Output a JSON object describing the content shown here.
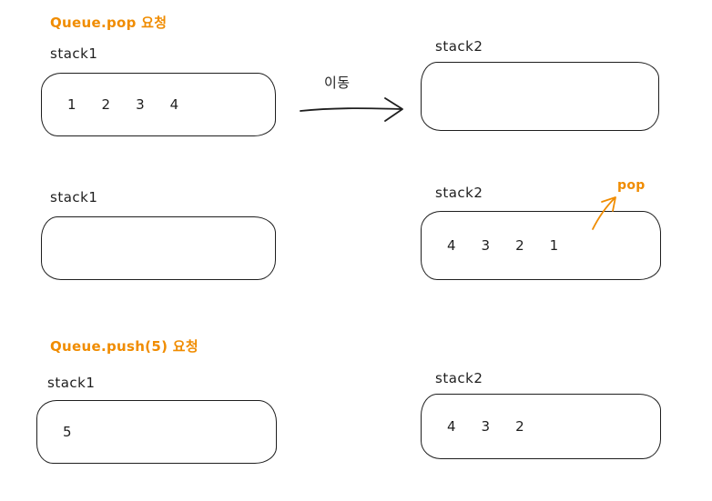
{
  "colors": {
    "accent": "#f08c00",
    "stroke": "#1e1e1e",
    "background": "#ffffff"
  },
  "titles": {
    "pop": "Queue.pop 요청",
    "push": "Queue.push(5) 요청"
  },
  "labels": {
    "stack1": "stack1",
    "stack2": "stack2",
    "move": "이동",
    "pop": "pop"
  },
  "stacks": {
    "row1_stack1": [
      "1",
      "2",
      "3",
      "4"
    ],
    "row1_stack2": [],
    "row2_stack1": [],
    "row2_stack2": [
      "4",
      "3",
      "2",
      "1"
    ],
    "row3_stack1": [
      "5"
    ],
    "row3_stack2": [
      "4",
      "3",
      "2"
    ]
  }
}
